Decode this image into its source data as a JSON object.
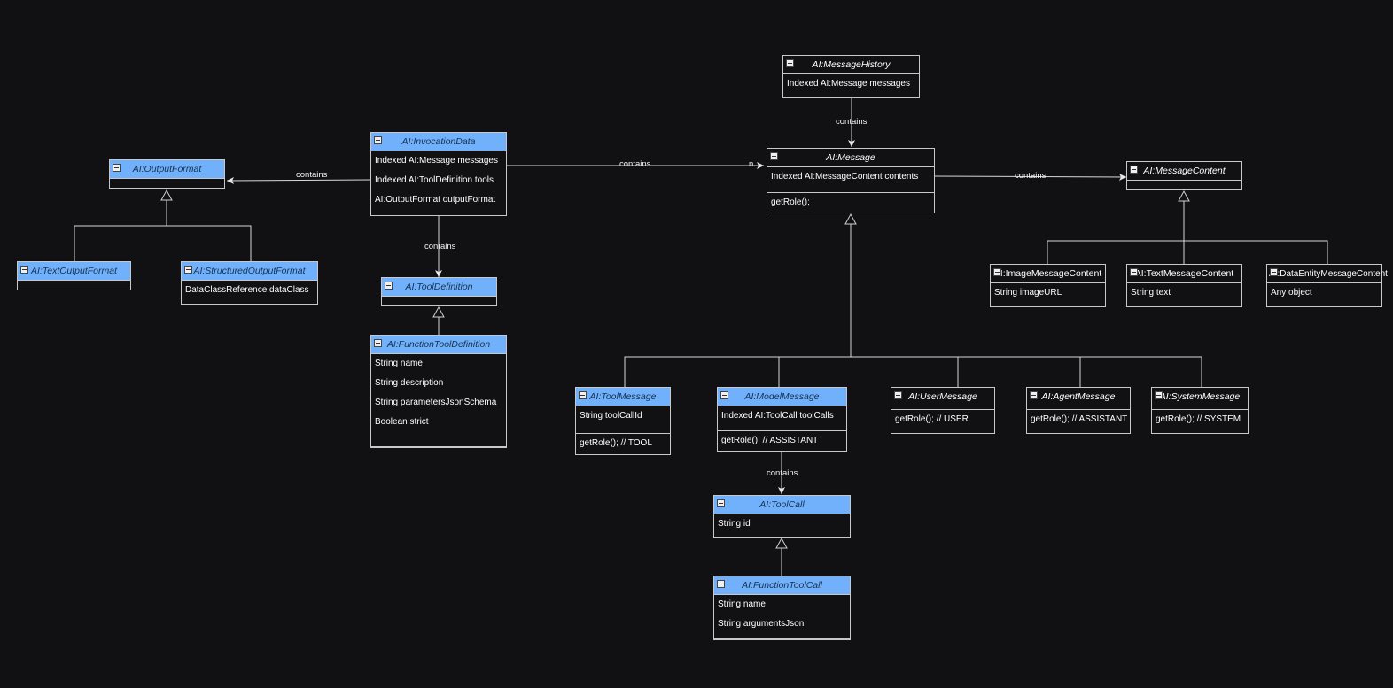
{
  "classes": {
    "message_history": {
      "name": "AI:MessageHistory",
      "attrs": [
        "Indexed AI:Message messages"
      ],
      "methods": []
    },
    "invocation_data": {
      "name": "AI:InvocationData",
      "attrs": [
        "Indexed AI:Message messages",
        "Indexed AI:ToolDefinition tools",
        "AI:OutputFormat outputFormat"
      ],
      "methods": []
    },
    "output_format": {
      "name": "AI:OutputFormat",
      "attrs": [],
      "methods": []
    },
    "text_output_format": {
      "name": "AI:TextOutputFormat",
      "attrs": [],
      "methods": []
    },
    "structured_output_format": {
      "name": "AI:StructuredOutputFormat",
      "attrs": [
        "DataClassReference dataClass"
      ],
      "methods": []
    },
    "tool_definition": {
      "name": "AI:ToolDefinition",
      "attrs": [],
      "methods": []
    },
    "function_tool_definition": {
      "name": "AI:FunctionToolDefinition",
      "attrs": [
        "String name",
        "String description",
        "String parametersJsonSchema",
        "Boolean strict"
      ],
      "methods": []
    },
    "message": {
      "name": "AI:Message",
      "attrs": [
        "Indexed AI:MessageContent contents"
      ],
      "methods": [
        "getRole();"
      ]
    },
    "message_content": {
      "name": "AI:MessageContent",
      "attrs": [],
      "methods": []
    },
    "image_message_content": {
      "name": "AI:ImageMessageContent",
      "attrs": [
        "String imageURL"
      ],
      "methods": []
    },
    "text_message_content": {
      "name": "AI:TextMessageContent",
      "attrs": [
        "String text"
      ],
      "methods": []
    },
    "data_entity_message_content": {
      "name": "AI:DataEntityMessageContent",
      "attrs": [
        "Any object"
      ],
      "methods": []
    },
    "tool_message": {
      "name": "AI:ToolMessage",
      "attrs": [
        "String toolCallId"
      ],
      "methods": [
        "getRole(); // TOOL"
      ]
    },
    "model_message": {
      "name": "AI:ModelMessage",
      "attrs": [
        "Indexed AI:ToolCall toolCalls"
      ],
      "methods": [
        "getRole(); // ASSISTANT"
      ]
    },
    "user_message": {
      "name": "AI:UserMessage",
      "attrs": [],
      "methods": [
        "getRole(); // USER"
      ]
    },
    "agent_message": {
      "name": "AI:AgentMessage",
      "attrs": [],
      "methods": [
        "getRole(); // ASSISTANT"
      ]
    },
    "system_message": {
      "name": "AI:SystemMessage",
      "attrs": [],
      "methods": [
        "getRole(); // SYSTEM"
      ]
    },
    "tool_call": {
      "name": "AI:ToolCall",
      "attrs": [
        "String id"
      ],
      "methods": []
    },
    "function_tool_call": {
      "name": "AI:FunctionToolCall",
      "attrs": [
        "String name",
        "String argumentsJson"
      ],
      "methods": []
    }
  },
  "edge_labels": {
    "history_message": "contains",
    "invocation_message": "contains",
    "invocation_message_mult": "n",
    "invocation_output": "contains",
    "invocation_tooldef": "contains",
    "message_content": "contains",
    "modelmsg_toolcall": "contains"
  },
  "colors": {
    "background": "#111113",
    "header_highlight": "#71b0fb",
    "line": "#c8c8c8"
  }
}
